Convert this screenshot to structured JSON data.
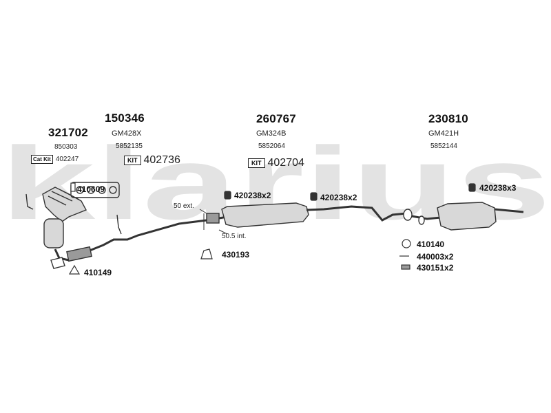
{
  "brand": {
    "watermark": "klarius"
  },
  "groups": [
    {
      "part_number": "321702",
      "oe_ref": "850303",
      "cat_label": "Cat Kit",
      "cat_number": "402247"
    },
    {
      "part_number": "150346",
      "code": "GM428X",
      "oe_ref": "5852135",
      "kit_label": "KIT",
      "kit_number": "402736"
    },
    {
      "part_number": "260767",
      "code": "GM324B",
      "oe_ref": "5852064",
      "kit_label": "KIT",
      "kit_number": "402704"
    },
    {
      "part_number": "230810",
      "code": "GM421H",
      "oe_ref": "5852144"
    }
  ],
  "accessories": {
    "gasket_manifold": "410609",
    "clamp_front_pipe": "410149",
    "mount_centre_a": "420238x2",
    "mount_centre_b": "420238x2",
    "mount_rear": "420238x3",
    "hanger_centre": "430193",
    "ring_rear": "410140",
    "bolt_rear": "440003x2",
    "spring_rear": "430151x2"
  },
  "dimensions": {
    "ext": "50 ext.",
    "int": "50.5 int."
  },
  "colors": {
    "watermark": "#e3e3e3",
    "line": "#333333",
    "part_fill": "#d8d8d8",
    "part_dark": "#9a9a9a"
  }
}
